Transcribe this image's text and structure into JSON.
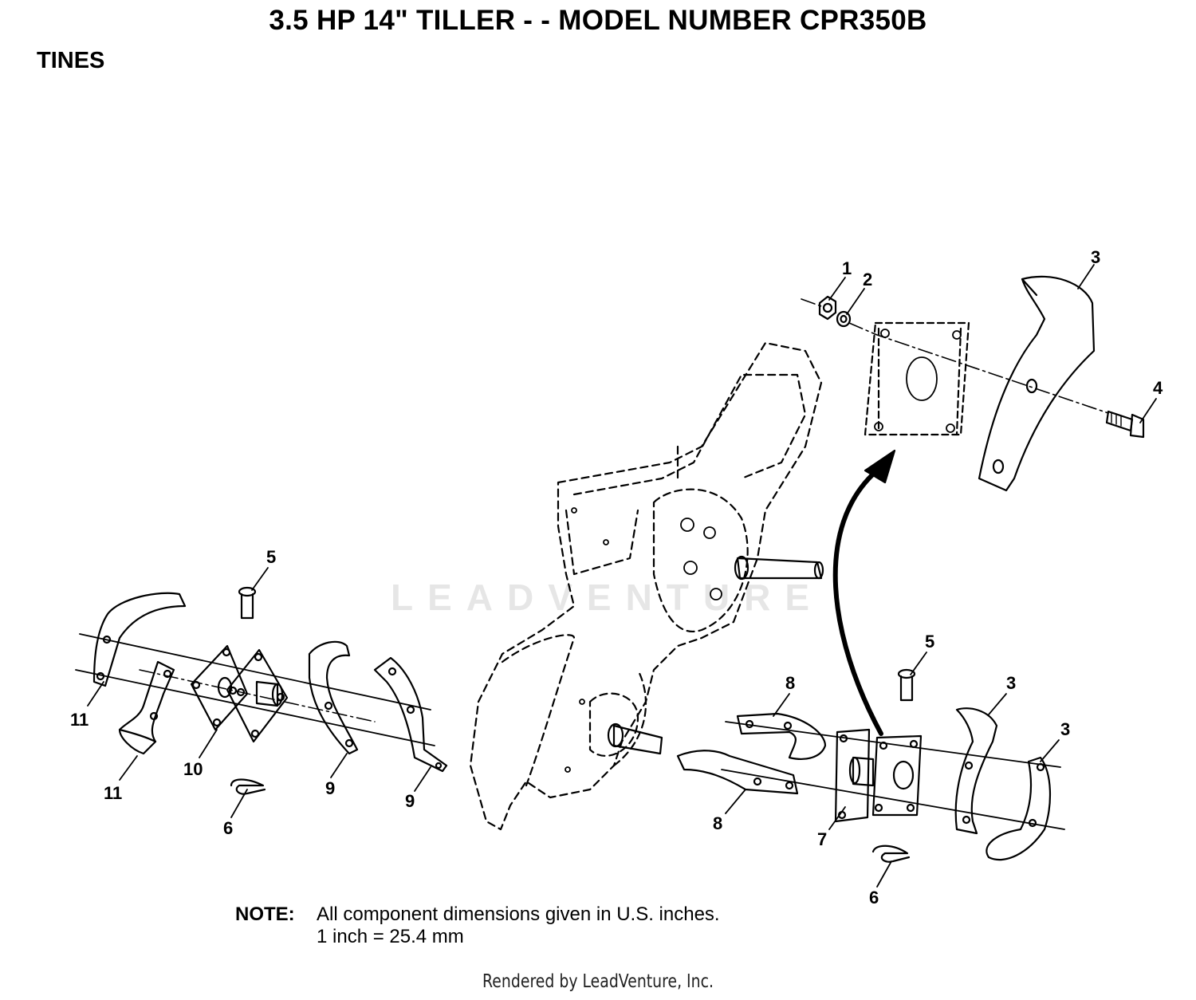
{
  "page": {
    "title": "3.5 HP 14\" TILLER - - MODEL NUMBER CPR350B",
    "section": "TINES"
  },
  "callouts": {
    "c1": "1",
    "c2": "2",
    "c3a": "3",
    "c4": "4",
    "c5a": "5",
    "c5b": "5",
    "c3b": "3",
    "c3c": "3",
    "c8a": "8",
    "c8b": "8",
    "c7": "7",
    "c6a": "6",
    "c6b": "6",
    "c11a": "11",
    "c11b": "11",
    "c10": "10",
    "c9a": "9",
    "c9b": "9"
  },
  "note": {
    "label": "NOTE:",
    "line1": "All component dimensions given in U.S. inches.",
    "line2": "1 inch = 25.4 mm"
  },
  "watermark": "LEADVENTURE",
  "footer": "Rendered by LeadVenture, Inc."
}
